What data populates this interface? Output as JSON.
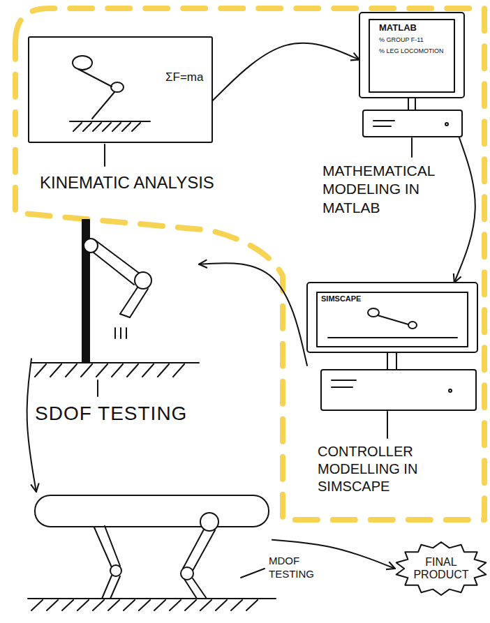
{
  "diagram": {
    "nodes": [
      {
        "text": [
          "ΣF=ma",
          "KINEMATIC ANALYSIS"
        ]
      },
      {
        "text": [
          "MATLAB",
          "% GROUP F-11",
          "% LEG LOCOMOTION",
          "MATHEMATICAL MODELING IN MATLAB"
        ]
      },
      {
        "text": [
          "SIMSCAPE",
          "CONTROLLER MODELLING IN SIMSCAPE"
        ]
      },
      {
        "text": [
          "SDOF TESTING"
        ]
      },
      {
        "text": [
          "MDOF TESTING"
        ]
      },
      {
        "text": [
          "FINAL PRODUCT"
        ]
      }
    ],
    "edges": [
      {
        "from": 0,
        "to": 1,
        "arrow": "to"
      },
      {
        "from": 1,
        "to": 2,
        "arrow": "to"
      },
      {
        "from": 2,
        "to": 3,
        "arrow": "to"
      },
      {
        "from": 3,
        "to": 4,
        "arrow": "to"
      },
      {
        "from": 4,
        "to": 5,
        "arrow": "to"
      }
    ]
  }
}
